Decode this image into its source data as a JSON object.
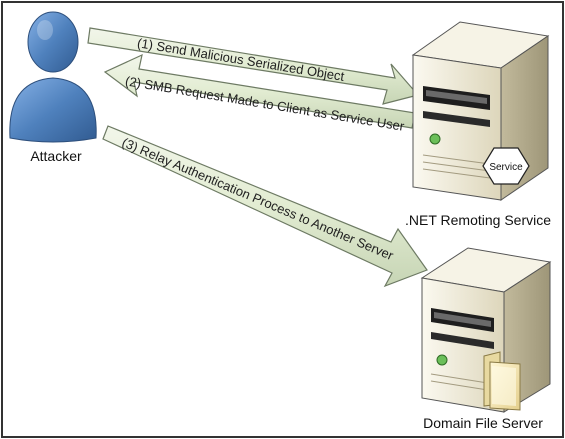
{
  "diagram": {
    "actors": {
      "attacker": "Attacker",
      "remoting_service": ".NET Remoting Service",
      "file_server": "Domain File Server"
    },
    "service_badge": "Service",
    "steps": [
      {
        "label": "(1) Send Malicious Serialized Object"
      },
      {
        "label": "(2) SMB Request Made to Client as Service User"
      },
      {
        "label": "(3) Relay Authentication Process to Another Server"
      }
    ],
    "icons": {
      "attacker": "user-icon",
      "remoting_service": "server-icon",
      "file_server": "server-icon",
      "file_share": "folder-icon",
      "service_badge": "hexagon-icon"
    },
    "colors": {
      "arrow_fill": "#e2ecd2",
      "arrow_stroke": "#6d7a63",
      "user_fill": "#4f81bd",
      "server_face": "#ebe6d2",
      "border": "#333333"
    }
  }
}
